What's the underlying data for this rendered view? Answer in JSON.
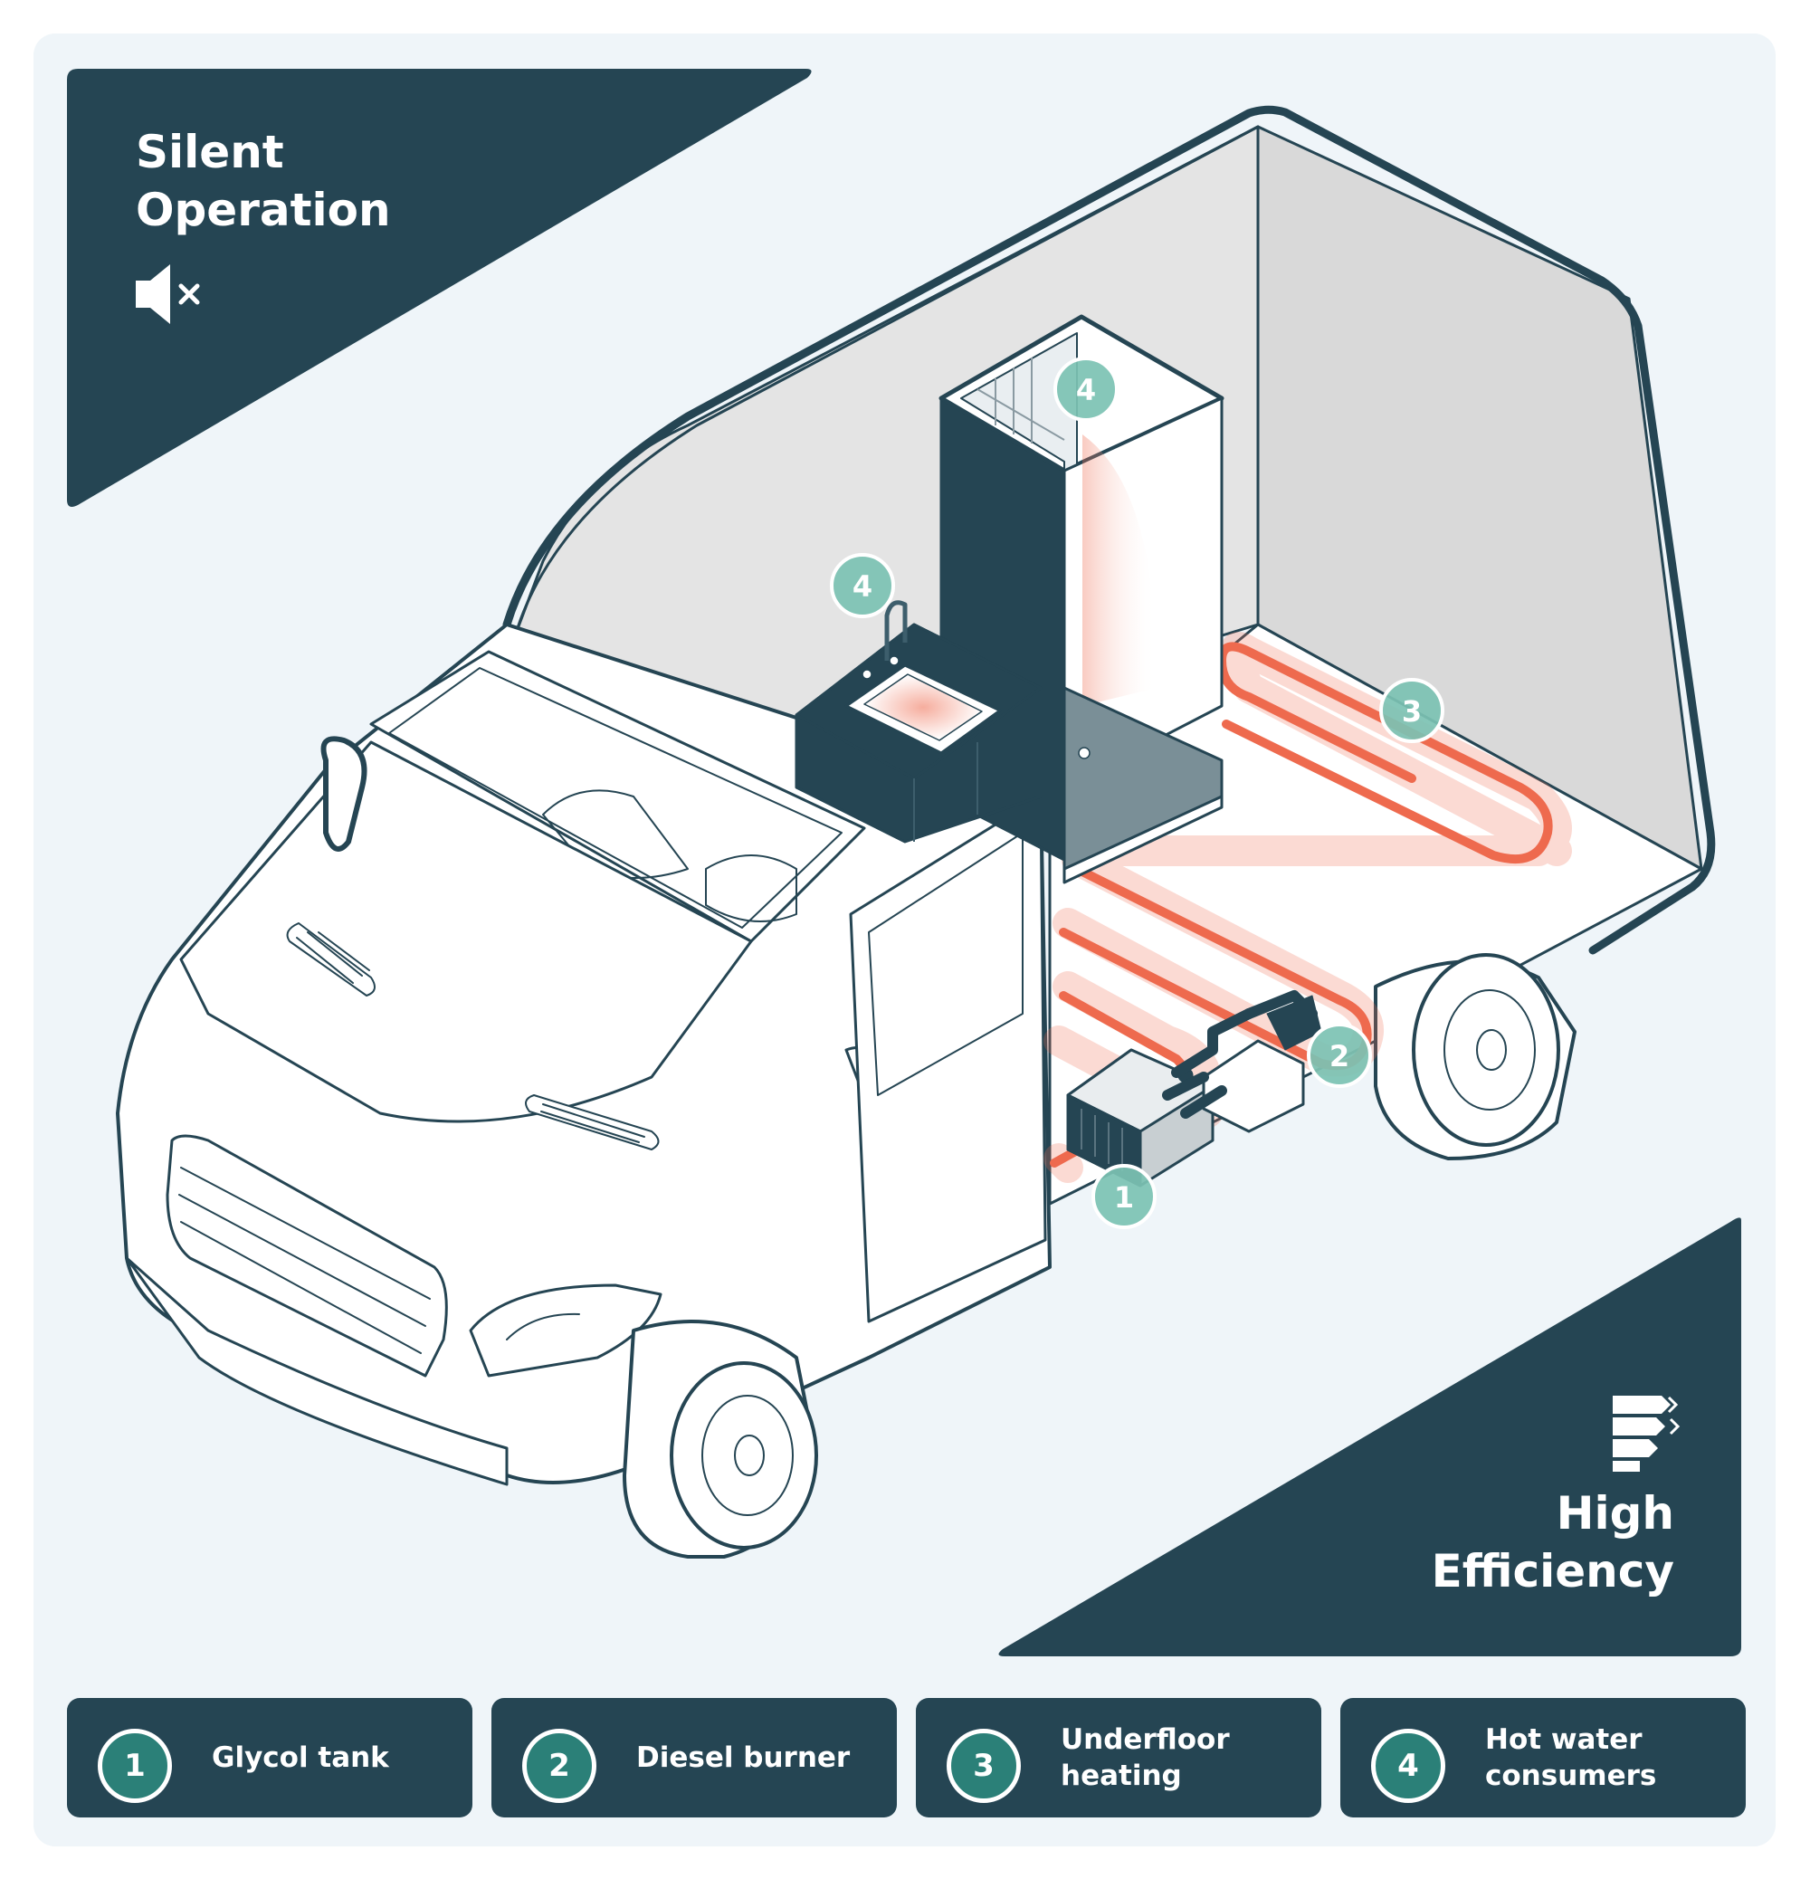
{
  "corners": {
    "top_left": {
      "title": "Silent\nOperation",
      "icon": "speaker-muted-icon"
    },
    "bottom_right": {
      "title": "High\nEfficiency",
      "icon": "efficiency-bars-icon"
    }
  },
  "markers": [
    {
      "number": "1",
      "component": "glycol-tank"
    },
    {
      "number": "2",
      "component": "diesel-burner"
    },
    {
      "number": "3",
      "component": "underfloor-heating"
    },
    {
      "number": "4",
      "component": "shower"
    },
    {
      "number": "4",
      "component": "sink"
    }
  ],
  "legend": [
    {
      "number": "1",
      "label": "Glycol tank"
    },
    {
      "number": "2",
      "label": "Diesel burner"
    },
    {
      "number": "3",
      "label": "Underfloor\nheating"
    },
    {
      "number": "4",
      "label": "Hot water\nconsumers"
    }
  ],
  "colors": {
    "dark_teal": "#254553",
    "marker_teal": "#7cc2b3",
    "heating_orange": "#ee6a4e",
    "panel_bg": "#eff5f9"
  }
}
